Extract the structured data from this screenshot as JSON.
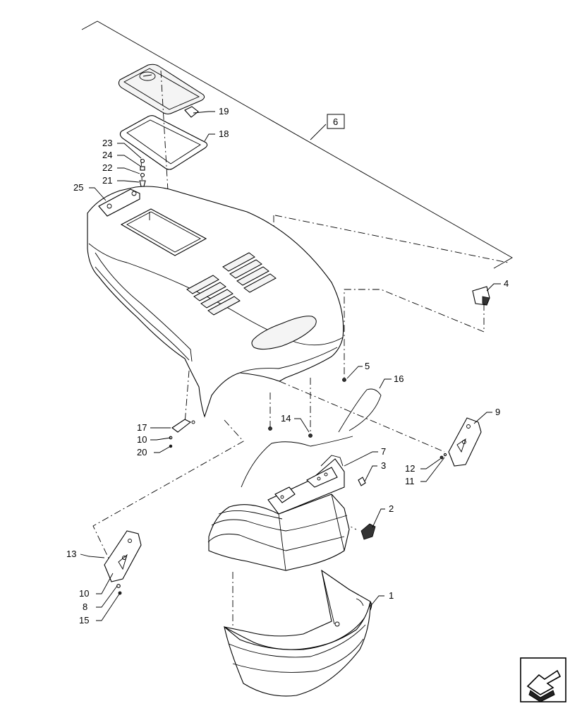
{
  "labels": {
    "l1": "1",
    "l2": "2",
    "l3": "3",
    "l4": "4",
    "l5": "5",
    "l6": "6",
    "l7": "7",
    "l8": "8",
    "l9": "9",
    "l10a": "10",
    "l10b": "10",
    "l11": "11",
    "l12": "12",
    "l13": "13",
    "l14": "14",
    "l15": "15",
    "l16": "16",
    "l17": "17",
    "l18": "18",
    "l19": "19",
    "l20": "20",
    "l21": "21",
    "l22": "22",
    "l23": "23",
    "l24": "24",
    "l25": "25"
  },
  "icons": {
    "corner": "navigation-arrow-icon"
  }
}
